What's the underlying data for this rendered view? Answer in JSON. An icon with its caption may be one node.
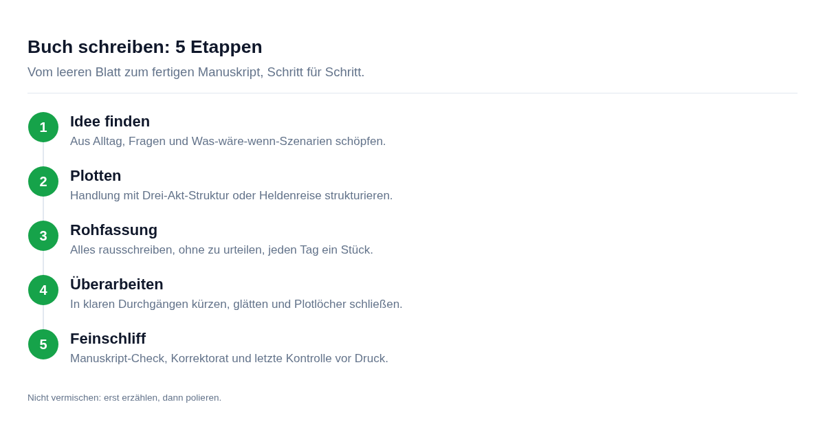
{
  "diagram": {
    "title": "Buch schreiben: 5 Etappen",
    "nodes": [
      {
        "text": [
          "1"
        ],
        "beside": [
          "Idee finden",
          "Aus Alltag, Fragen und Was-wäre-wenn-Szenarien schöpfen."
        ]
      },
      {
        "text": [
          "2"
        ],
        "beside": [
          "Plotten",
          "Handlung mit Drei-Akt-Struktur oder Heldenreise strukturieren."
        ]
      },
      {
        "text": [
          "3"
        ],
        "beside": [
          "Rohfassung",
          "Alles rausschreiben, ohne zu urteilen, jeden Tag ein Stück."
        ]
      },
      {
        "text": [
          "4"
        ],
        "beside": [
          "Überarbeiten",
          "In klaren Durchgängen kürzen, glätten und Plotlöcher schließen."
        ]
      },
      {
        "text": [
          "5"
        ],
        "beside": [
          "Feinschliff",
          "Manuskript-Check, Korrektorat und letzte Kontrolle vor Druck."
        ]
      }
    ],
    "edges": [
      {
        "from": 0,
        "to": 1,
        "arrow": "none"
      },
      {
        "from": 1,
        "to": 2,
        "arrow": "none"
      },
      {
        "from": 2,
        "to": 3,
        "arrow": "none"
      },
      {
        "from": 3,
        "to": 4,
        "arrow": "none"
      }
    ],
    "labels": [
      "Vom leeren Blatt zum fertigen Manuskript, Schritt für Schritt.",
      "Nicht vermischen: erst erzählen, dann polieren."
    ]
  }
}
